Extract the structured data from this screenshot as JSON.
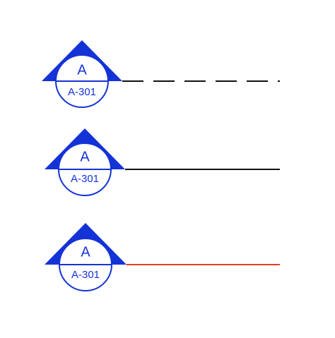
{
  "colors": {
    "marker_blue": "#1433d6",
    "line_dark": "#111111",
    "line_red": "#e83a22",
    "background": "#ffffff"
  },
  "section_markers": [
    {
      "top_label": "A",
      "bottom_label": "A-301",
      "line_style": "dashed",
      "line_color": "#111111"
    },
    {
      "top_label": "A",
      "bottom_label": "A-301",
      "line_style": "solid",
      "line_color": "#111111"
    },
    {
      "top_label": "A",
      "bottom_label": "A-301",
      "line_style": "solid",
      "line_color": "#e83a22"
    }
  ]
}
